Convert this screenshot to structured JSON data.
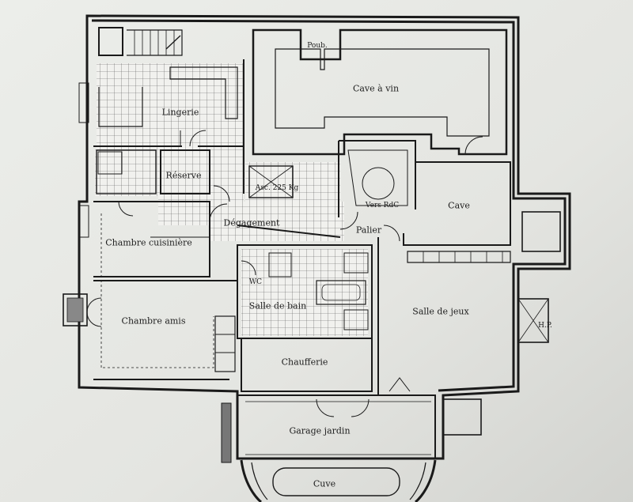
{
  "rooms": {
    "poub": "Poub.",
    "cave_vin": "Cave à vin",
    "lingerie": "Lingerie",
    "reserve": "Réserve",
    "asc": "Asc. 225 Kg",
    "vers_rdc": "Vers RdC",
    "cave": "Cave",
    "degagement": "Dégagement",
    "palier": "Palier",
    "chambre_cuisiniere": "Chambre cuisinière",
    "wc": "WC",
    "salle_de_bain": "Salle de bain",
    "salle_de_jeux": "Salle de jeux",
    "chambre_amis": "Chambre amis",
    "hp": "H.P.",
    "chaufferie": "Chaufferie",
    "garage_jardin": "Garage jardin",
    "cuve": "Cuve"
  }
}
